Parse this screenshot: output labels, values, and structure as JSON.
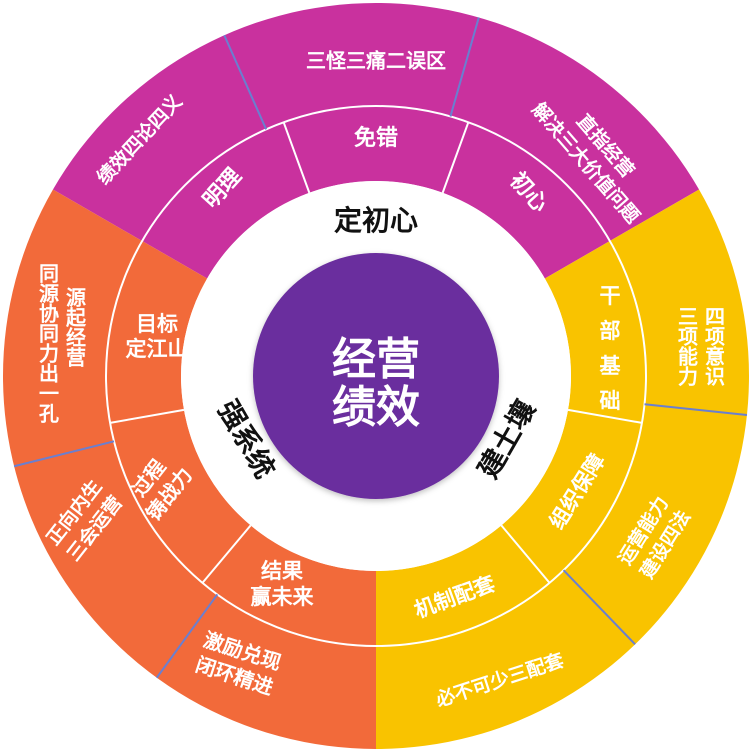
{
  "center": {
    "line1": "经营",
    "line2": "绩效",
    "color": "#6B2E9E"
  },
  "colors": {
    "purple": "#C9319E",
    "orange": "#F26A3A",
    "yellow": "#F9C300",
    "divider": "#6A7FD0"
  },
  "groups": {
    "top": {
      "label": "定初心",
      "inner": {
        "left": "明理",
        "mid": "免错",
        "right": "初心"
      },
      "outer": {
        "left": "绩效四论四义",
        "mid": "三怪三痛二误区",
        "right_line1": "直指经营",
        "right_line2": "解决三大价值问题"
      }
    },
    "left": {
      "label": "强系统",
      "inner": {
        "top_line1": "目标",
        "top_line2": "定江山",
        "mid_line1": "过程",
        "mid_line2": "铸战力",
        "bottom_line1": "结果",
        "bottom_line2": "赢未来"
      },
      "outer": {
        "top_col1": "同源协同力出一孔",
        "top_col2": "源起经营",
        "mid_line1": "正向内生",
        "mid_line2": "三会运营",
        "bottom_line1": "激励兑现",
        "bottom_line2": "闭环精进"
      }
    },
    "right": {
      "label": "建土壤",
      "inner": {
        "top_col1": "干",
        "top_col2": "部",
        "top_col3": "基",
        "top_col4": "础",
        "mid": "组织保障",
        "bottom": "机制配套"
      },
      "outer": {
        "top_col1": "四项意识",
        "top_col2": "三项能力",
        "mid_line1": "运营能力",
        "mid_line2": "建设四法",
        "bottom": "必不可少三配套"
      }
    }
  }
}
